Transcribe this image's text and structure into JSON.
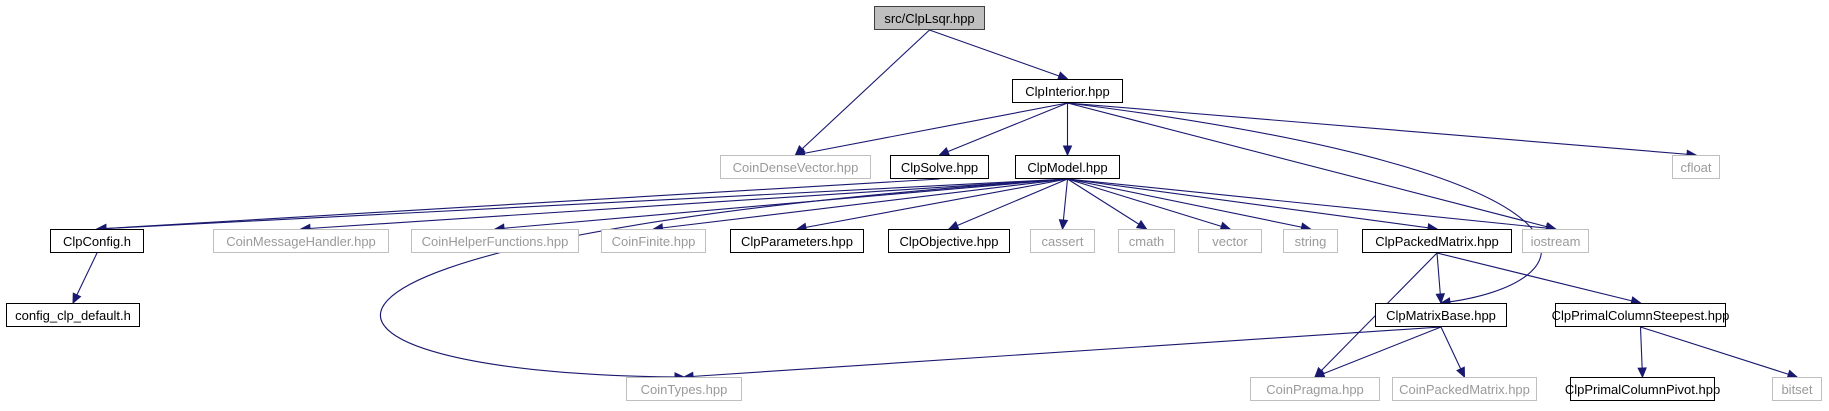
{
  "colors": {
    "edge": "#191970",
    "root_fill": "#bfbfbf",
    "linked_border": "#000000",
    "external_border": "#bfbfbf",
    "external_text": "#9a9a9a"
  },
  "nodes": {
    "root": {
      "label": "src/ClpLsqr.hpp",
      "kind": "root"
    },
    "interior": {
      "label": "ClpInterior.hpp",
      "kind": "linked"
    },
    "densevec": {
      "label": "CoinDenseVector.hpp",
      "kind": "external"
    },
    "solve": {
      "label": "ClpSolve.hpp",
      "kind": "linked"
    },
    "model": {
      "label": "ClpModel.hpp",
      "kind": "linked"
    },
    "cfloat": {
      "label": "cfloat",
      "kind": "external"
    },
    "config": {
      "label": "ClpConfig.h",
      "kind": "linked"
    },
    "msghandler": {
      "label": "CoinMessageHandler.hpp",
      "kind": "external"
    },
    "helper": {
      "label": "CoinHelperFunctions.hpp",
      "kind": "external"
    },
    "finite": {
      "label": "CoinFinite.hpp",
      "kind": "external"
    },
    "params": {
      "label": "ClpParameters.hpp",
      "kind": "linked"
    },
    "objective": {
      "label": "ClpObjective.hpp",
      "kind": "linked"
    },
    "cassert": {
      "label": "cassert",
      "kind": "external"
    },
    "cmath": {
      "label": "cmath",
      "kind": "external"
    },
    "vector": {
      "label": "vector",
      "kind": "external"
    },
    "string": {
      "label": "string",
      "kind": "external"
    },
    "packed": {
      "label": "ClpPackedMatrix.hpp",
      "kind": "linked"
    },
    "iostream": {
      "label": "iostream",
      "kind": "external"
    },
    "configdef": {
      "label": "config_clp_default.h",
      "kind": "linked"
    },
    "matbase": {
      "label": "ClpMatrixBase.hpp",
      "kind": "linked"
    },
    "steepest": {
      "label": "ClpPrimalColumnSteepest.hpp",
      "kind": "linked"
    },
    "types": {
      "label": "CoinTypes.hpp",
      "kind": "external"
    },
    "pragma": {
      "label": "CoinPragma.hpp",
      "kind": "external"
    },
    "coinpacked": {
      "label": "CoinPackedMatrix.hpp",
      "kind": "external"
    },
    "pivot": {
      "label": "ClpPrimalColumnPivot.hpp",
      "kind": "linked"
    },
    "bitset": {
      "label": "bitset",
      "kind": "external"
    }
  },
  "edges": [
    [
      "root",
      "interior"
    ],
    [
      "root",
      "densevec"
    ],
    [
      "interior",
      "densevec"
    ],
    [
      "interior",
      "solve"
    ],
    [
      "interior",
      "model"
    ],
    [
      "interior",
      "cfloat"
    ],
    [
      "interior",
      "iostream"
    ],
    [
      "interior",
      "matbase"
    ],
    [
      "solve",
      "config"
    ],
    [
      "model",
      "config"
    ],
    [
      "model",
      "msghandler"
    ],
    [
      "model",
      "helper"
    ],
    [
      "model",
      "finite"
    ],
    [
      "model",
      "params"
    ],
    [
      "model",
      "objective"
    ],
    [
      "model",
      "cassert"
    ],
    [
      "model",
      "cmath"
    ],
    [
      "model",
      "vector"
    ],
    [
      "model",
      "string"
    ],
    [
      "model",
      "packed"
    ],
    [
      "model",
      "iostream"
    ],
    [
      "model",
      "types"
    ],
    [
      "config",
      "configdef"
    ],
    [
      "packed",
      "matbase"
    ],
    [
      "packed",
      "steepest"
    ],
    [
      "packed",
      "pragma"
    ],
    [
      "matbase",
      "types"
    ],
    [
      "matbase",
      "pragma"
    ],
    [
      "matbase",
      "coinpacked"
    ],
    [
      "steepest",
      "pivot"
    ],
    [
      "steepest",
      "bitset"
    ]
  ]
}
